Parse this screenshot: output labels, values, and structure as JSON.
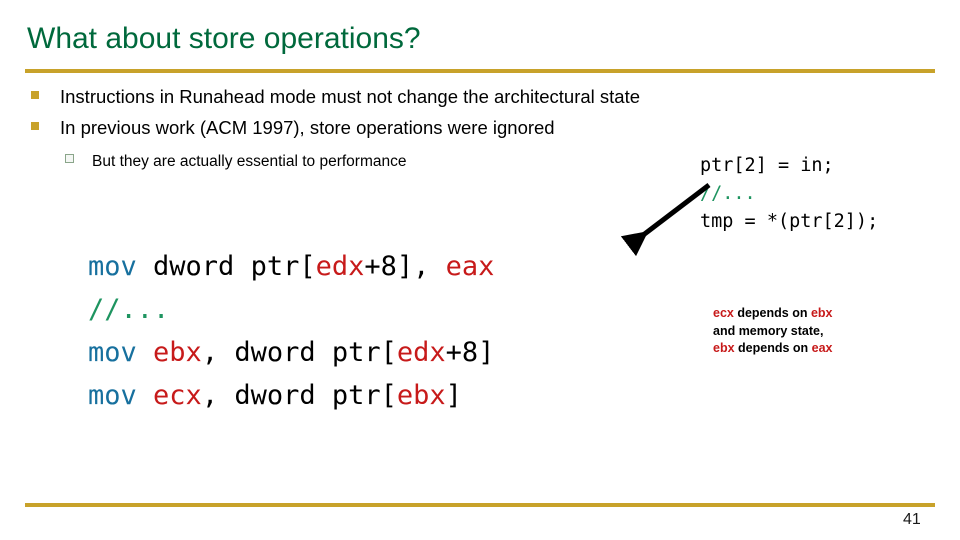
{
  "slide": {
    "title": "What about store operations?",
    "page_number": "41",
    "colors": {
      "title_green": "#00693c",
      "rule_gold": "#c8a22a",
      "bullet_gold": "#c8a22a",
      "keyword_blue": "#17709e",
      "register_red": "#c71a1a",
      "comment_green": "#1e9460"
    }
  },
  "bullets": [
    {
      "marker": "filled-square-bullet",
      "text": "Instructions in Runahead mode must not change the architectural state"
    },
    {
      "marker": "filled-square-bullet",
      "text": "In previous work (ACM 1997), store operations were ignored"
    }
  ],
  "sub_bullets": [
    {
      "marker": "hollow-square-bullet",
      "text": "But they are actually essential to performance"
    }
  ],
  "assembly": {
    "lines": [
      {
        "tokens": [
          {
            "text": "mov ",
            "style": "kw"
          },
          {
            "text": "dword ptr[",
            "style": "plain"
          },
          {
            "text": "edx",
            "style": "reg"
          },
          {
            "text": "+8], ",
            "style": "plain"
          },
          {
            "text": "eax",
            "style": "reg"
          }
        ]
      },
      {
        "tokens": [
          {
            "text": "//...",
            "style": "cmt"
          }
        ]
      },
      {
        "tokens": [
          {
            "text": "mov ",
            "style": "kw"
          },
          {
            "text": "ebx",
            "style": "reg"
          },
          {
            "text": ", dword ptr[",
            "style": "plain"
          },
          {
            "text": "edx",
            "style": "reg"
          },
          {
            "text": "+8]",
            "style": "plain"
          }
        ]
      },
      {
        "tokens": [
          {
            "text": "mov ",
            "style": "kw"
          },
          {
            "text": "ecx",
            "style": "reg"
          },
          {
            "text": ", dword ptr[",
            "style": "plain"
          },
          {
            "text": "ebx",
            "style": "reg"
          },
          {
            "text": "]",
            "style": "plain"
          }
        ]
      }
    ],
    "plain_text": "mov dword ptr[edx+8], eax\n//...\nmov ebx, dword ptr[edx+8]\nmov ecx, dword ptr[ebx]"
  },
  "c_code": {
    "lines": [
      {
        "tokens": [
          {
            "text": "ptr[2] = in;",
            "style": "plain"
          }
        ]
      },
      {
        "tokens": [
          {
            "text": "//...",
            "style": "cmt"
          }
        ]
      },
      {
        "tokens": [
          {
            "text": "tmp = *(ptr[2]);",
            "style": "plain"
          }
        ]
      }
    ],
    "plain_text": "ptr[2] = in;\n//...\ntmp = *(ptr[2]);"
  },
  "dependency_note": {
    "lines": [
      [
        {
          "text": "ecx",
          "style": "reg"
        },
        {
          "text": " depends on ",
          "style": "plain"
        },
        {
          "text": "ebx",
          "style": "reg"
        }
      ],
      [
        {
          "text": "and memory state,",
          "style": "plain"
        }
      ],
      [
        {
          "text": "ebx",
          "style": "reg"
        },
        {
          "text": " depends on ",
          "style": "plain"
        },
        {
          "text": "eax",
          "style": "reg"
        }
      ]
    ],
    "plain_text": "ecx depends on ebx and memory state, ebx depends on eax"
  },
  "annotations": {
    "arrow": "arrow-pointing-down-left-from-c-code-to-assembly"
  }
}
